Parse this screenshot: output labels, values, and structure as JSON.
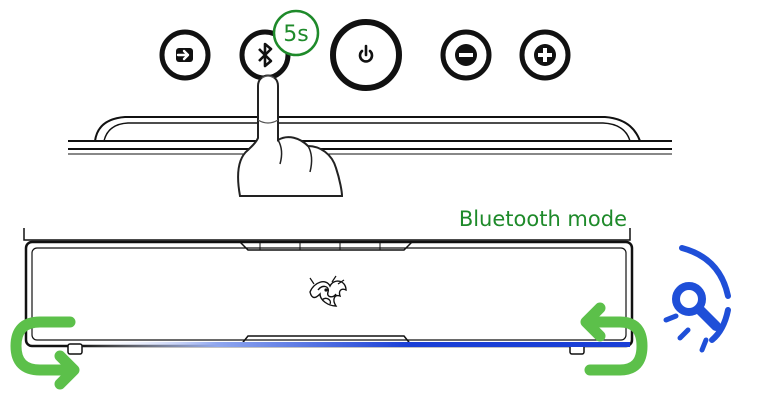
{
  "hold_label": "5s",
  "mode_label": "Bluetooth mode",
  "buttons": [
    "source",
    "bluetooth",
    "power",
    "volume-down",
    "volume-up"
  ],
  "colors": {
    "line": "#111111",
    "hold_badge": "#1e8a2a",
    "mode_text": "#1e8a2a",
    "loop_arrow": "#5cc04a",
    "light_bar": "#1a3fd6",
    "search_icon": "#1f4fd8"
  }
}
